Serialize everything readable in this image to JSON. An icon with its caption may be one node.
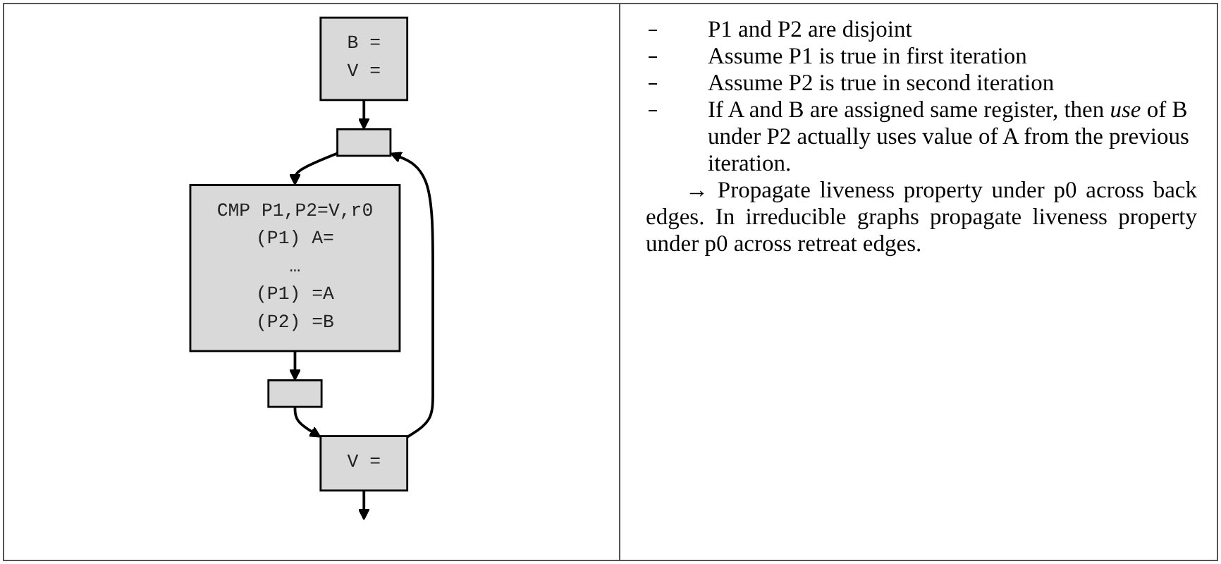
{
  "diagram": {
    "nodes": [
      {
        "text": [
          "B =",
          "V ="
        ]
      },
      {
        "text": [],
        "shape": "box"
      },
      {
        "text": [
          "CMP P1,P2=V,r0",
          "(P1) A=",
          "…",
          "(P1) =A",
          "(P2) =B"
        ]
      },
      {
        "text": [],
        "shape": "box"
      },
      {
        "text": [
          "V ="
        ]
      }
    ],
    "edges": [
      {
        "from": 0,
        "to": 1,
        "arrow": "to"
      },
      {
        "from": 1,
        "to": 2,
        "arrow": "to"
      },
      {
        "from": 2,
        "to": 3,
        "arrow": "to"
      },
      {
        "from": 3,
        "to": 4,
        "arrow": "to"
      },
      {
        "from": 4,
        "to": 1,
        "arrow": "to"
      },
      {
        "from": 4,
        "to": null,
        "arrow": "to"
      }
    ],
    "labels": [
      "P1 and P2 are disjoint",
      "Assume P1 is true in first iteration",
      "Assume P2 is true in second iteration",
      "If A and B are assigned same register, then *use* of B under P2 actually uses value of A from the previous iteration.",
      "→ Propagate liveness property under p0 across back edges. In irreducible graphs propagate liveness property under p0 across retreat edges."
    ]
  }
}
